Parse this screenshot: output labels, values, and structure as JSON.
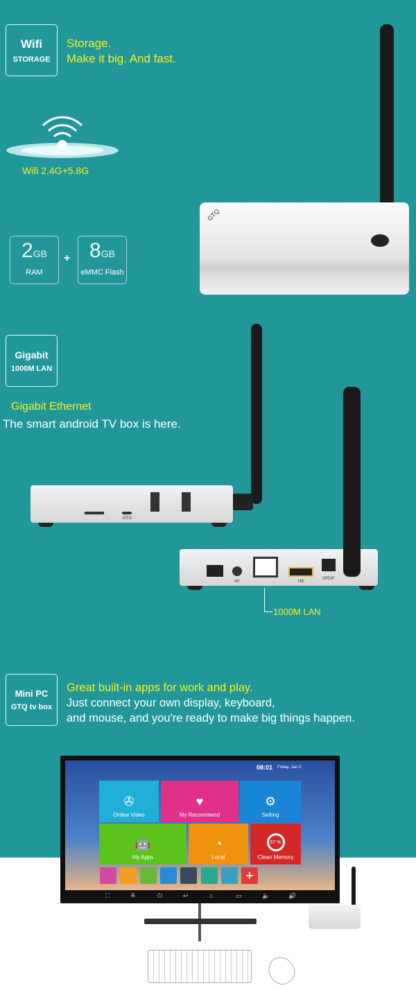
{
  "section1": {
    "badge_line1": "Wifi",
    "badge_line2": "STORAGE",
    "headline1": "Storage.",
    "headline2": "Make it big. And fast.",
    "wifi_label": "Wifi 2.4G+5.8G",
    "ram": {
      "value": "2",
      "unit": "GB",
      "label": "RAM"
    },
    "plus": "+",
    "flash": {
      "value": "8",
      "unit": "GB",
      "label": "eMMC Flash"
    },
    "brand": "GTQ"
  },
  "section2": {
    "badge_line1": "Gigabit",
    "badge_line2": "1000M LAN",
    "headline": "Gigabit Ethernet",
    "subline": "The smart android TV box is here.",
    "side_ports": [
      "OTG"
    ],
    "back_ports": [
      "AV",
      "HD",
      "SPDIF"
    ],
    "lan_label": "1000M LAN"
  },
  "section3": {
    "badge_line1": "Mini PC",
    "badge_line2": "GTQ tv box",
    "headline": "Great built-in apps for work and play.",
    "line2": "Just connect your own display, keyboard,",
    "line3": "and mouse, and you're ready to make big things happen."
  },
  "screen": {
    "time": "08:01",
    "date": "Friday, Jan 2",
    "tiles": [
      {
        "label": "Online Video",
        "color": "#1fb0d8",
        "icon": "film-reel-icon"
      },
      {
        "label": "My Recommend",
        "color": "#e0308a",
        "icon": "heart-folder-icon"
      },
      {
        "label": "Setting",
        "color": "#1a84d6",
        "icon": "gear-icon"
      },
      {
        "label": "My Apps",
        "color": "#5cc21c",
        "icon": "android-icon"
      },
      {
        "label": "Local",
        "color": "#f0920c",
        "icon": "local-icon"
      },
      {
        "label": "Clean Memory",
        "color": "#d42828",
        "icon": "refresh-icon",
        "percent": "57 %"
      }
    ],
    "apps": [
      "#d04aa0",
      "#f0a020",
      "#6ab83a",
      "#2a8ad8",
      "#3a4a5a",
      "#2aaa8a",
      "#3aa0c0",
      "#e03a3a"
    ]
  }
}
